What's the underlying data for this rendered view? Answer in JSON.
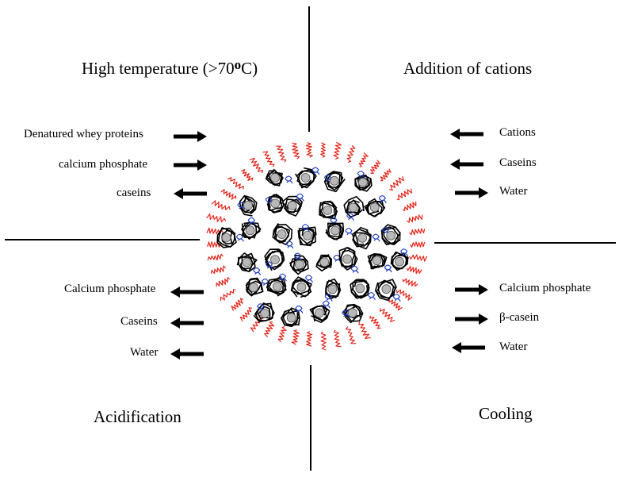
{
  "colors": {
    "arrow": "#000000",
    "kappa_hairs": "#e3261c",
    "casein_chains": "#000000",
    "alpha_beta_loops": "#1f3fbf",
    "nanocluster": "#b8b8b8"
  },
  "quadrants": {
    "top_left": {
      "title_prefix": "High temperature  (>70",
      "title_degree": "o",
      "title_suffix": "C)",
      "items": [
        {
          "label": "Denatured whey proteins",
          "arrow": "right-arrow-icon"
        },
        {
          "label": "calcium phosphate",
          "arrow": "right-arrow-icon"
        },
        {
          "label": "caseins",
          "arrow": "left-arrow-icon"
        }
      ]
    },
    "top_right": {
      "title": "Addition of cations",
      "items": [
        {
          "label": "Cations",
          "arrow": "left-arrow-icon"
        },
        {
          "label": "Caseins",
          "arrow": "left-arrow-icon"
        },
        {
          "label": "Water",
          "arrow": "right-arrow-icon"
        }
      ]
    },
    "bottom_left": {
      "title": "Acidification",
      "items": [
        {
          "label": "Calcium phosphate",
          "arrow": "left-arrow-icon"
        },
        {
          "label": "Caseins",
          "arrow": "left-arrow-icon"
        },
        {
          "label": "Water",
          "arrow": "left-arrow-icon"
        }
      ]
    },
    "bottom_right": {
      "title": "Cooling",
      "items": [
        {
          "label": "Calcium phosphate",
          "arrow": "right-arrow-icon"
        },
        {
          "label": "β-casein",
          "arrow": "right-arrow-icon"
        },
        {
          "label": "Water",
          "arrow": "left-arrow-icon"
        }
      ]
    }
  }
}
